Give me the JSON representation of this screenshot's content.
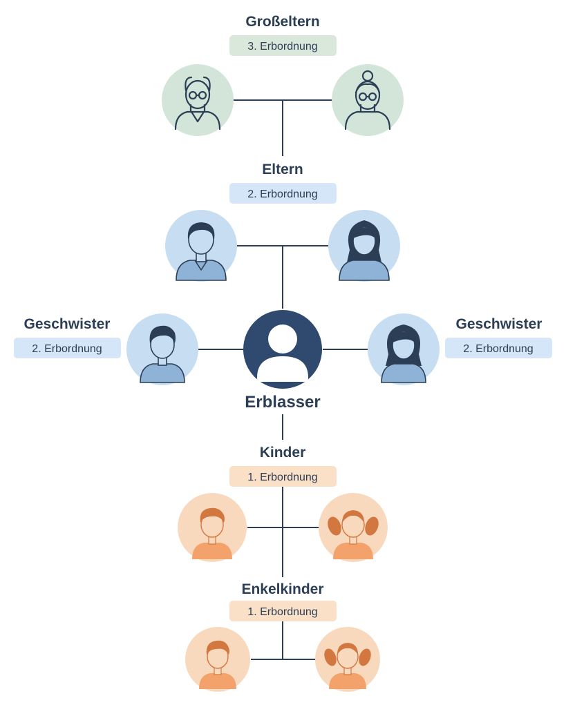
{
  "colors": {
    "ink": "#2b3e55",
    "grandparents_fill": "#d3e4d8",
    "grandparents_badge": "#dae8dc",
    "parents_fill": "#c6ddf2",
    "parents_badge": "#d4e6f7",
    "person_blue": "#8fb3d6",
    "children_fill": "#f9d9bd",
    "children_badge": "#fbe0c8",
    "person_orange": "#f3a26c",
    "hair_orange": "#d2773f",
    "testator_fill": "#2f4a6e"
  },
  "groups": {
    "grandparents": {
      "title": "Großeltern",
      "badge": "3. Erbordnung"
    },
    "parents": {
      "title": "Eltern",
      "badge": "2. Erbordnung"
    },
    "siblings_left": {
      "title": "Geschwister",
      "badge": "2. Erbordnung"
    },
    "siblings_right": {
      "title": "Geschwister",
      "badge": "2. Erbordnung"
    },
    "testator": {
      "title": "Erblasser"
    },
    "children": {
      "title": "Kinder",
      "badge": "1. Erbordnung"
    },
    "grandchildren": {
      "title": "Enkelkinder",
      "badge": "1. Erbordnung"
    }
  },
  "icons": {
    "grandfather": "grandfather-icon",
    "grandmother": "grandmother-icon",
    "father": "father-icon",
    "mother": "mother-icon",
    "brother": "brother-icon",
    "sister": "sister-icon",
    "testator": "user-icon",
    "son": "boy-icon",
    "daughter": "girl-icon",
    "grandson": "boy-icon",
    "granddaughter": "girl-icon"
  }
}
